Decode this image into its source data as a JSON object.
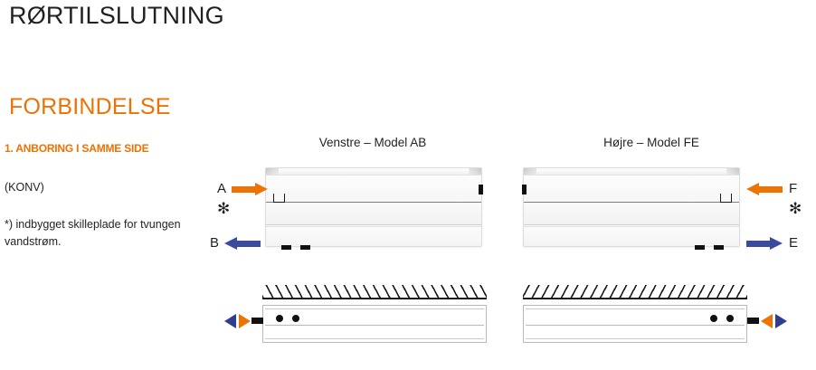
{
  "page": {
    "title": "RØRTILSLUTNING",
    "section_title": "FORBINDELSE",
    "title_color": "#231f20",
    "accent_color": "#ee7203"
  },
  "left_column": {
    "subsection_title": "1. ANBORING I SAMME SIDE",
    "konv_note": "(KONV)",
    "footnote": "*) indbygget skilleplade for tvungen vandstrøm."
  },
  "diagrams": [
    {
      "id": "left",
      "caption": "Venstre – Model AB",
      "arrows": [
        {
          "label": "A",
          "direction": "right",
          "color": "#ec7404"
        },
        {
          "label": "B",
          "direction": "left",
          "color": "#3a4a9c"
        }
      ],
      "asterisk": "✻",
      "plan": {
        "hatch_direction": "slash-right",
        "triangles": [
          {
            "direction": "left",
            "color": "#2f3d8e"
          },
          {
            "direction": "right",
            "color": "#ec7404"
          }
        ],
        "connection_side": "left",
        "dot_count": 2
      }
    },
    {
      "id": "right",
      "caption": "Højre – Model FE",
      "arrows": [
        {
          "label": "F",
          "direction": "left",
          "color": "#ec7404"
        },
        {
          "label": "E",
          "direction": "right",
          "color": "#3a4a9c"
        }
      ],
      "asterisk": "✻",
      "plan": {
        "hatch_direction": "slash-left",
        "triangles": [
          {
            "direction": "left",
            "color": "#ec7404"
          },
          {
            "direction": "right",
            "color": "#2f3d8e"
          }
        ],
        "connection_side": "right",
        "dot_count": 2
      }
    }
  ]
}
